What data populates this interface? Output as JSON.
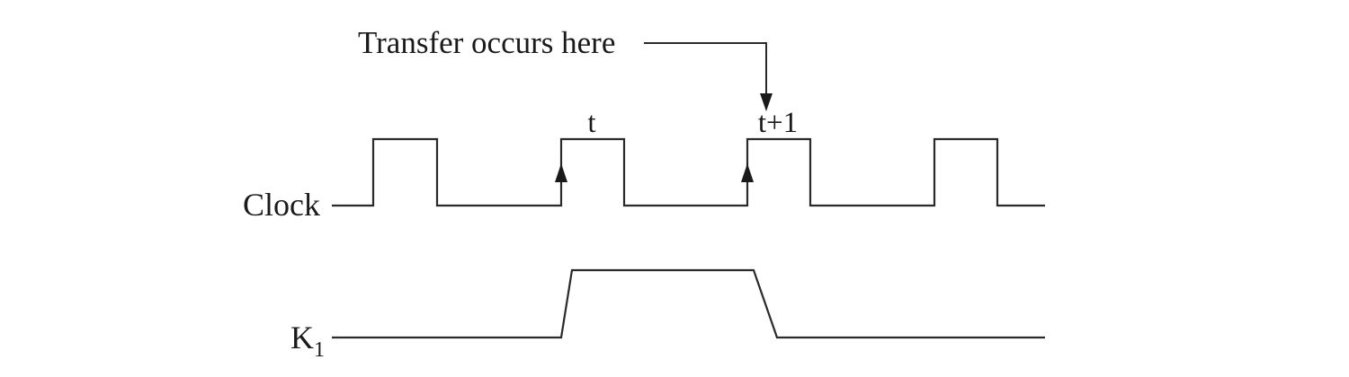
{
  "annotation": {
    "text": "Transfer occurs here"
  },
  "clock_labels": {
    "t": "t",
    "t_plus_1": "t+1"
  },
  "signals": {
    "clock": {
      "label": "Clock"
    },
    "k1": {
      "label_main": "K",
      "label_sub": "1"
    }
  },
  "colors": {
    "line": "#2a2a2a",
    "text": "#1a1a1a",
    "background": "#ffffff"
  }
}
